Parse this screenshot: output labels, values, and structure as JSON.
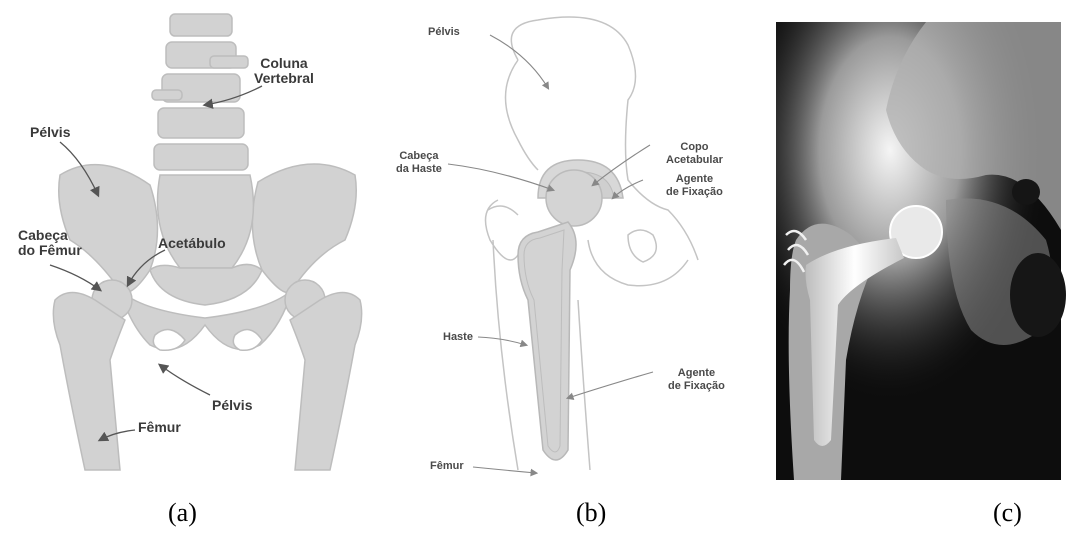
{
  "panel_a": {
    "labels": {
      "spine": "Coluna\nVertebral",
      "pelvis_top": "Pélvis",
      "femoral_head": "Cabeça\ndo Fêmur",
      "acetabulum": "Acetábulo",
      "pelvis_bottom": "Pélvis",
      "femur": "Fêmur"
    },
    "caption": "(a)",
    "colors": {
      "bone": "#d2d2d2",
      "outline": "#bdbdbd",
      "arrow": "#555555"
    }
  },
  "panel_b": {
    "labels": {
      "pelvis": "Pélvis",
      "cup": "Copo\nAcetabular",
      "stem_head": "Cabeça\nda Haste",
      "fixation_top": "Agente\nde Fixação",
      "stem": "Haste",
      "fixation_bottom": "Agente\nde Fixação",
      "femur": "Fêmur"
    },
    "caption": "(b)",
    "colors": {
      "line": "#bdbdbd",
      "fill": "#d3d3d3"
    }
  },
  "panel_c": {
    "caption": "(c)",
    "colors": {
      "background": "#0d0d0d",
      "bone": "#c9c9c9",
      "implant": "#f2f2f2"
    }
  }
}
